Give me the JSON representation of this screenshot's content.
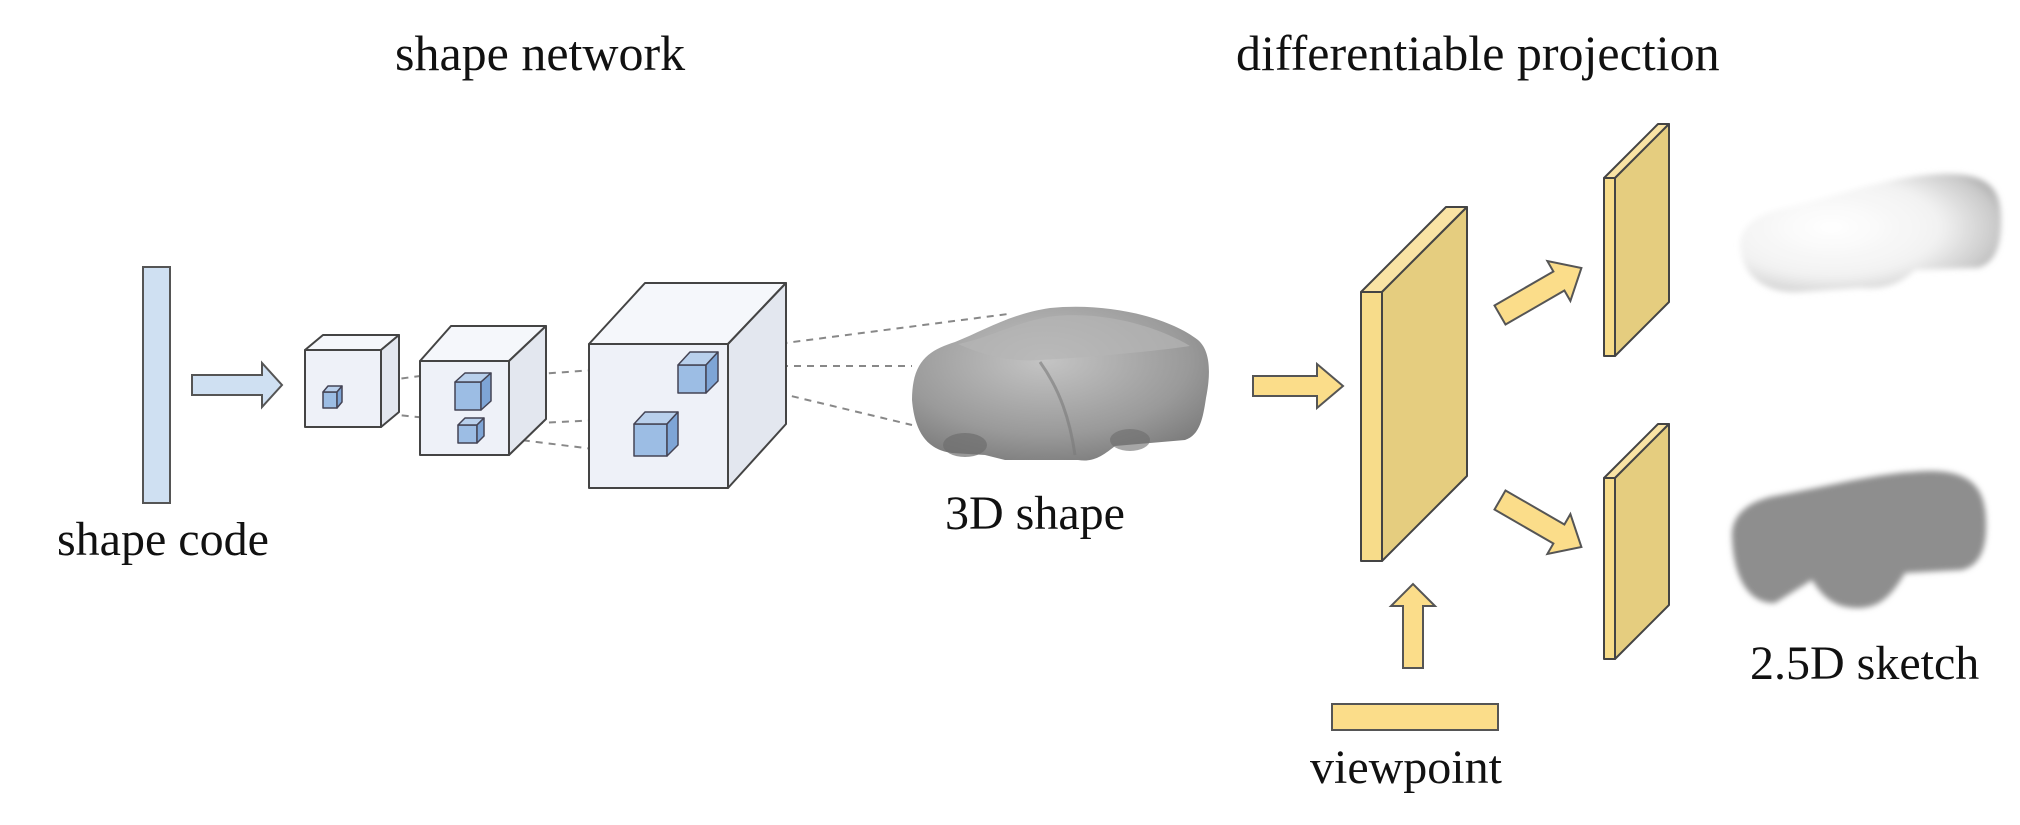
{
  "headings": {
    "shape_network": "shape network",
    "differentiable_projection": "differentiable projection"
  },
  "labels": {
    "shape_code": "shape code",
    "shape_3d": "3D shape",
    "sketch_25d": "2.5D sketch",
    "viewpoint": "viewpoint"
  },
  "colors": {
    "code_blue": "#cfe0f2",
    "cube_blue": "#9cbde4",
    "volume_face": "#eef1f8",
    "proj_yellow_front": "#e5cd7f",
    "proj_yellow_side": "#f7dc8a",
    "arrow_yellow": "#fbdd8a",
    "outline": "#444444",
    "car_gray": "#8e8e8e"
  },
  "icons": [
    "arrow-right-icon",
    "arrow-up-icon",
    "car-icon"
  ]
}
